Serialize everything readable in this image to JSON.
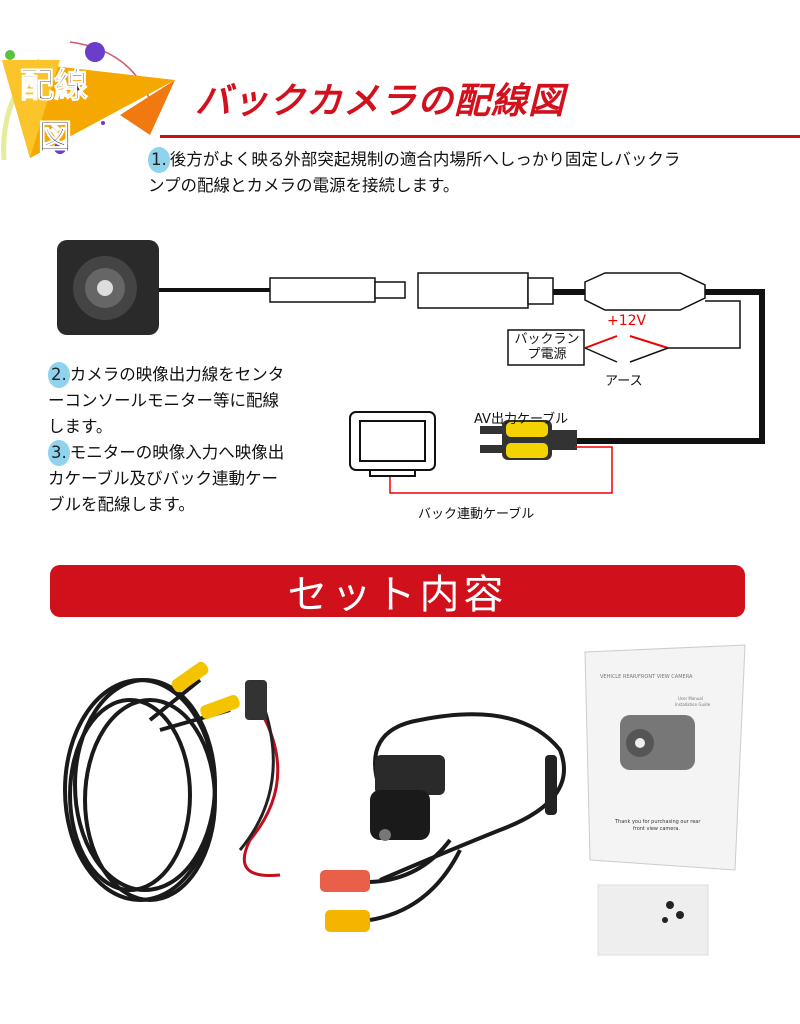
{
  "badge": {
    "line1": "配線",
    "line2": "図"
  },
  "title": "バックカメラの配線図",
  "steps": [
    {
      "num": "1.",
      "text": "後方がよく映る外部突起規制の適合内場所へしっかり固定しバックラ",
      "text2": "ンプの配線とカメラの電源を接続します。"
    },
    {
      "num": "2.",
      "text": "カメラの映像出力線をセンタ",
      "text2": "ーコンソールモニター等に配線",
      "text3": "します。"
    },
    {
      "num": "3.",
      "text": "モニターの映像入力へ映像出",
      "text2": "カケーブル及びバック連動ケー",
      "text3": "ブルを配線します。"
    }
  ],
  "diagram": {
    "voltage": "+12V",
    "backlamp_line1": "バックラン",
    "backlamp_line2": "プ電源",
    "ground": "アース",
    "av_cable": "AV出力ケーブル",
    "reverse_cable": "バック連動ケーブル"
  },
  "banner": "セット内容",
  "manual": {
    "header": "VEHICLE REAR/FRONT VIEW CAMERA",
    "sub1": "User Manual",
    "sub2": "Installation Guide",
    "footer1": "Thank you for purchasing our rear",
    "footer2": "front view camera."
  },
  "colors": {
    "accent": "#d0101a",
    "badge": "#f5a800",
    "number_bg": "#8fd3ef",
    "rca_yellow": "#f4d400"
  }
}
